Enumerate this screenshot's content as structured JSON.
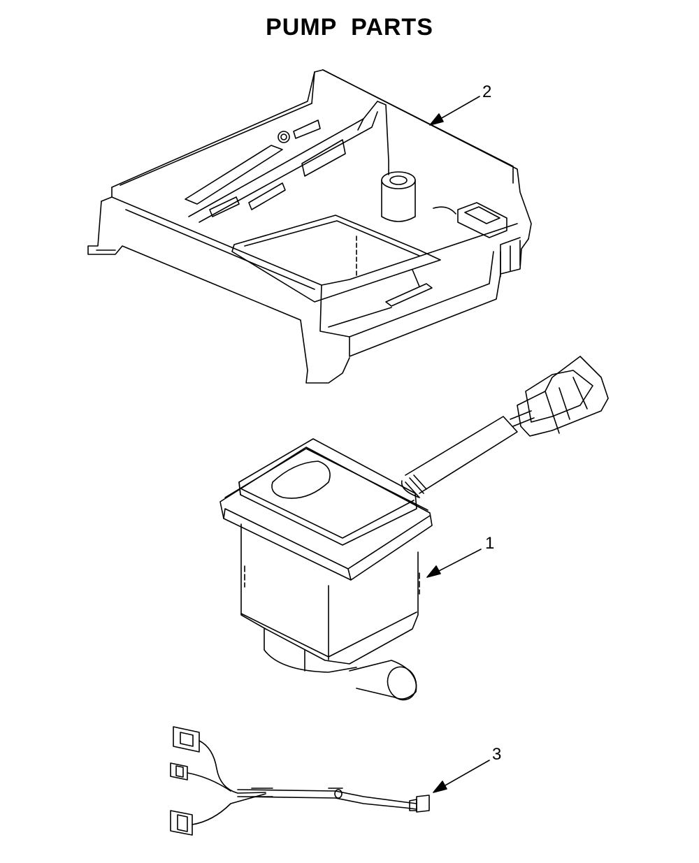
{
  "title": "PUMP PARTS",
  "callouts": [
    {
      "number": "2",
      "part": "pump-housing-bracket"
    },
    {
      "number": "1",
      "part": "drain-pump"
    },
    {
      "number": "3",
      "part": "wire-harness"
    }
  ],
  "colors": {
    "line": "#000000",
    "background": "#ffffff"
  }
}
